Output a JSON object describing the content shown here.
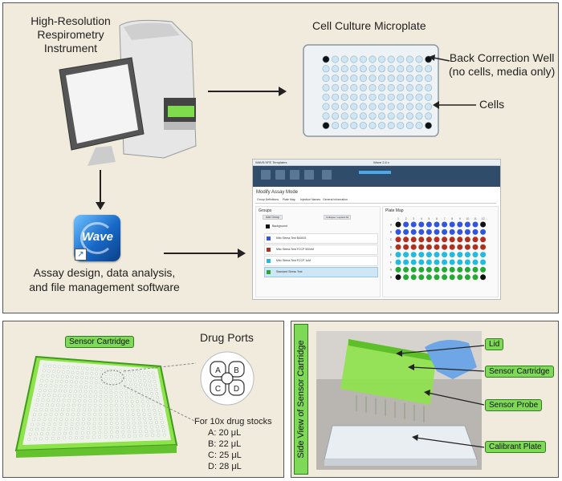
{
  "top_panel": {
    "instrument_label": [
      "High-Resolution",
      "Respirometry",
      "Instrument"
    ],
    "microplate_title": "Cell Culture Microplate",
    "back_correction_label": [
      "Back Correction Well",
      "(no cells, media only)"
    ],
    "cells_label": "Cells",
    "software_label": [
      "Assay design, data analysis,",
      "and file management software"
    ],
    "software_icon_text": "Wave"
  },
  "software_window": {
    "header_left": "WAVE/XFE Templates",
    "header_center": "Wave 2.6.x",
    "section_title": "Modify Assay Mode",
    "tabs": [
      "Group Definitions",
      "Plate Map",
      "Injection Names",
      "General Information"
    ],
    "groups_title": "Groups",
    "add_group": "Add Group",
    "collapse_btn": "Collapse / expand All",
    "groups": [
      {
        "name": "Background",
        "color": "#111111"
      },
      {
        "name": "Mito Stress Test BAM15",
        "color": "#3355dd"
      },
      {
        "name": "Mito Stress Test FCCP 500nM",
        "color": "#b03020"
      },
      {
        "name": "Mito Stress Test FCCP 1uM",
        "color": "#22bbdd"
      },
      {
        "name": "Standard Stress Test",
        "color": "#22aa33"
      }
    ],
    "plate_map_title": "Plate Map",
    "plate_cols": [
      "1",
      "2",
      "3",
      "4",
      "5",
      "6",
      "7",
      "8",
      "9",
      "10",
      "11",
      "12"
    ],
    "plate_rows": [
      "A",
      "B",
      "C",
      "D",
      "E",
      "F",
      "G",
      "H"
    ],
    "plate_row_colors": [
      "#3355dd",
      "#3355dd",
      "#b03020",
      "#b03020",
      "#22bbdd",
      "#22bbdd",
      "#22aa33",
      "#22aa33"
    ],
    "background_color": "#111111"
  },
  "bottom_left": {
    "sensor_cartridge_tag": "Sensor Cartridge",
    "drug_ports_title": "Drug Ports",
    "ports": [
      "A",
      "B",
      "C",
      "D"
    ],
    "stocks_title": "For 10x drug stocks",
    "stocks": [
      "A: 20 μL",
      "B: 22 μL",
      "C: 25 μL",
      "D: 28 μL"
    ]
  },
  "bottom_right": {
    "side_label": "Side View of Sensor Cartridge",
    "tags": [
      "Lid",
      "Sensor Cartridge",
      "Sensor Probe",
      "Calibrant Plate"
    ]
  },
  "colors": {
    "panel_bg": "#f0ebdc",
    "accent_green": "#7ed957",
    "plate_well": "#cfe6f2"
  }
}
